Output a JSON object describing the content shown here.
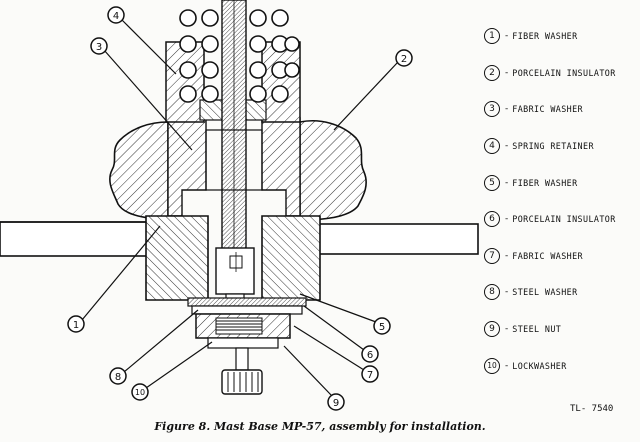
{
  "caption": "Figure 8. Mast Base MP-57, assembly for installation.",
  "drawing_code": "TL- 7540",
  "legend": [
    {
      "number": "1",
      "label": "FIBER WASHER"
    },
    {
      "number": "2",
      "label": "PORCELAIN INSULATOR"
    },
    {
      "number": "3",
      "label": "FABRIC WASHER"
    },
    {
      "number": "4",
      "label": "SPRING RETAINER"
    },
    {
      "number": "5",
      "label": "FIBER WASHER"
    },
    {
      "number": "6",
      "label": "PORCELAIN INSULATOR"
    },
    {
      "number": "7",
      "label": "FABRIC WASHER"
    },
    {
      "number": "8",
      "label": "STEEL WASHER"
    },
    {
      "number": "9",
      "label": "STEEL NUT"
    },
    {
      "number": "10",
      "label": "LOCKWASHER"
    }
  ],
  "callouts": [
    "4",
    "3",
    "2",
    "1",
    "5",
    "6",
    "7",
    "8",
    "9",
    "10"
  ]
}
